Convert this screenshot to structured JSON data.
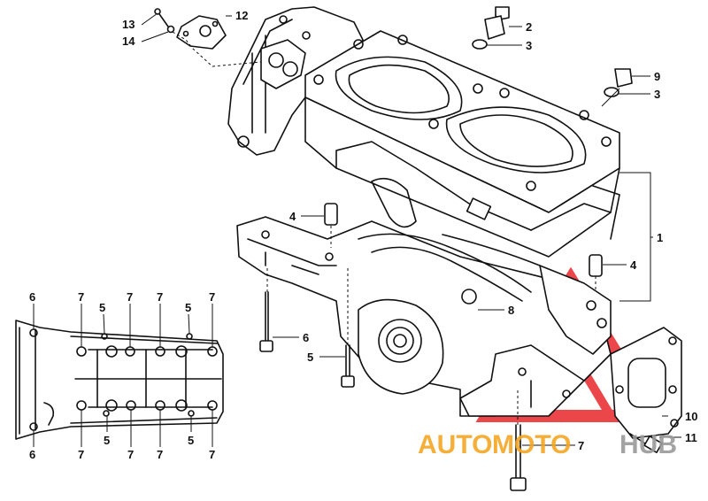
{
  "callouts": {
    "c1": "1",
    "c2": "2",
    "c3a": "3",
    "c3b": "3",
    "c4a": "4",
    "c4b": "4",
    "c5a": "5",
    "c6a": "6",
    "c7a": "7",
    "c8": "8",
    "c9": "9",
    "c10": "10",
    "c11": "11",
    "c12": "12",
    "c13": "13",
    "c14": "14"
  },
  "inset_callouts": {
    "top": [
      "6",
      "7",
      "5",
      "7",
      "7",
      "5",
      "7"
    ],
    "bottom": [
      "6",
      "7",
      "5",
      "7",
      "7",
      "5",
      "7"
    ]
  },
  "watermark": {
    "part1": "AUTO",
    "part2": "MOTO",
    "part3": "HUB",
    "color_red": "#e8282c",
    "color_orange": "#f5a623",
    "color_gray": "#9a9a9a"
  },
  "icons": [
    "crankcase-assembly",
    "watermark-logo"
  ]
}
